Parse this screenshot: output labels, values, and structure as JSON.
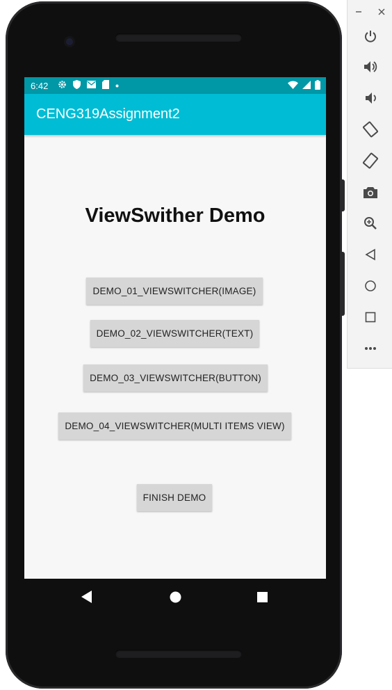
{
  "status_bar": {
    "time": "6:42",
    "icons": [
      "gear-icon",
      "shield-icon",
      "mail-icon",
      "sdcard-icon",
      "dot-icon"
    ],
    "right_icons": [
      "wifi-icon",
      "signal-icon",
      "battery-icon"
    ]
  },
  "app_bar": {
    "title": "CENG319Assignment2"
  },
  "main": {
    "heading": "ViewSwither Demo",
    "buttons": [
      "DEMO_01_VIEWSWITCHER(IMAGE)",
      "DEMO_02_VIEWSWITCHER(TEXT)",
      "DEMO_03_VIEWSWITCHER(BUTTON)",
      "DEMO_04_VIEWSWITCHER(MULTI ITEMS VIEW)",
      "FINISH DEMO"
    ]
  },
  "nav_bar": [
    "back-icon",
    "home-icon",
    "recents-icon"
  ],
  "emulator_toolbar": [
    "minimize-icon",
    "close-icon",
    "power-icon",
    "volume-up-icon",
    "volume-down-icon",
    "rotate-left-icon",
    "rotate-right-icon",
    "camera-icon",
    "zoom-icon",
    "back-icon",
    "home-icon",
    "overview-icon",
    "more-icon"
  ],
  "colors": {
    "status_bar": "#0097a7",
    "app_bar": "#00bcd4",
    "button": "#d6d6d6",
    "screen_bg": "#f7f7f7"
  }
}
